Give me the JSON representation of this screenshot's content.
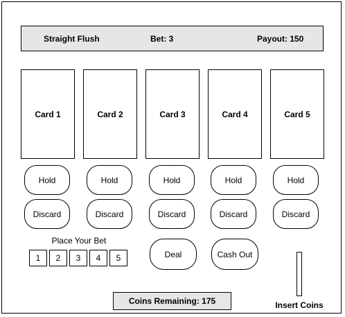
{
  "status": {
    "hand": "Straight Flush",
    "bet": "Bet: 3",
    "payout": "Payout: 150"
  },
  "cards": [
    {
      "label": "Card 1",
      "hold": "Hold",
      "discard": "Discard"
    },
    {
      "label": "Card 2",
      "hold": "Hold",
      "discard": "Discard"
    },
    {
      "label": "Card 3",
      "hold": "Hold",
      "discard": "Discard"
    },
    {
      "label": "Card 4",
      "hold": "Hold",
      "discard": "Discard"
    },
    {
      "label": "Card 5",
      "hold": "Hold",
      "discard": "Discard"
    }
  ],
  "bet_panel": {
    "label": "Place Your Bet",
    "options": [
      "1",
      "2",
      "3",
      "4",
      "5"
    ]
  },
  "actions": {
    "deal": "Deal",
    "cash_out": "Cash Out"
  },
  "coins": {
    "text": "Coins Remaining: 175"
  },
  "coin_slot": {
    "label": "Insert Coins"
  }
}
